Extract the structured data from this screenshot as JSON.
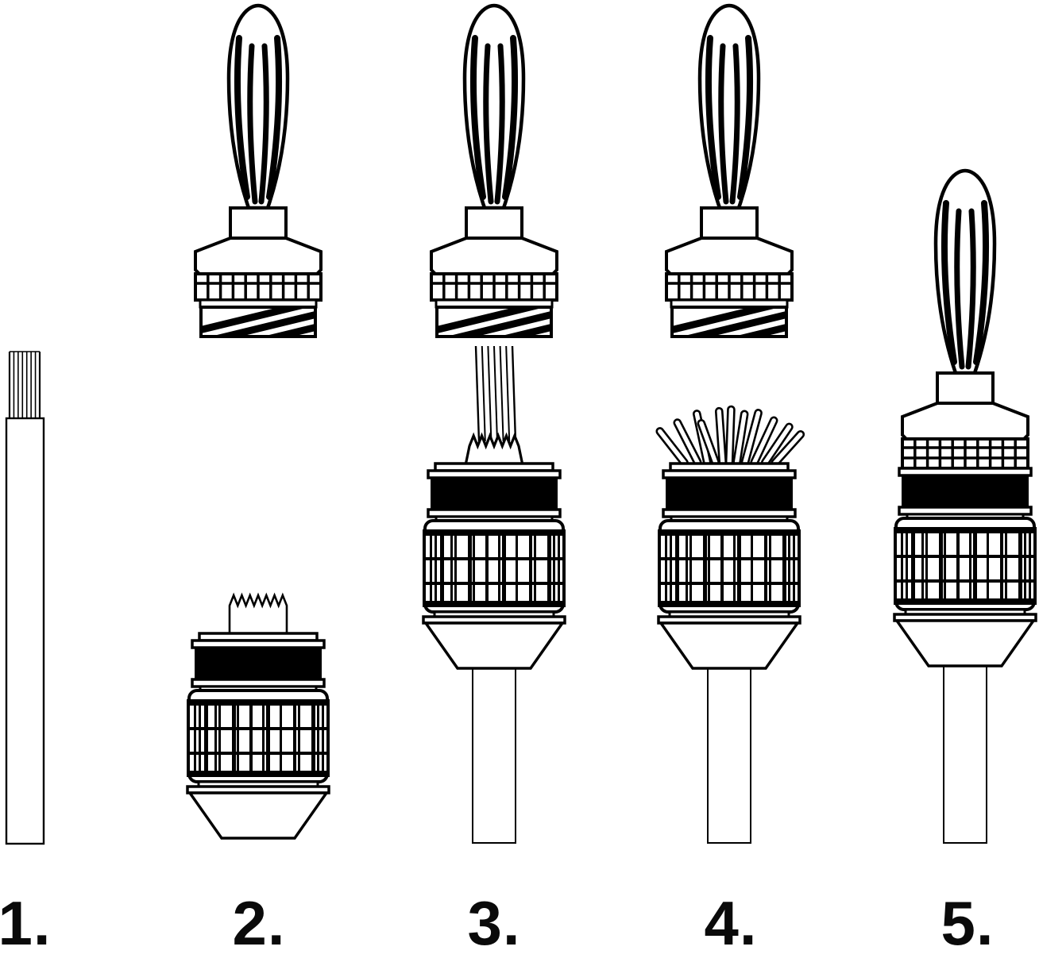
{
  "diagram": {
    "kind": "banana-plug-assembly-instructions",
    "colors": {
      "background": "#ffffff",
      "line": "#000000",
      "band": "#000000"
    },
    "steps": [
      {
        "label": "1."
      },
      {
        "label": "2."
      },
      {
        "label": "3."
      },
      {
        "label": "4."
      },
      {
        "label": "5."
      }
    ]
  }
}
